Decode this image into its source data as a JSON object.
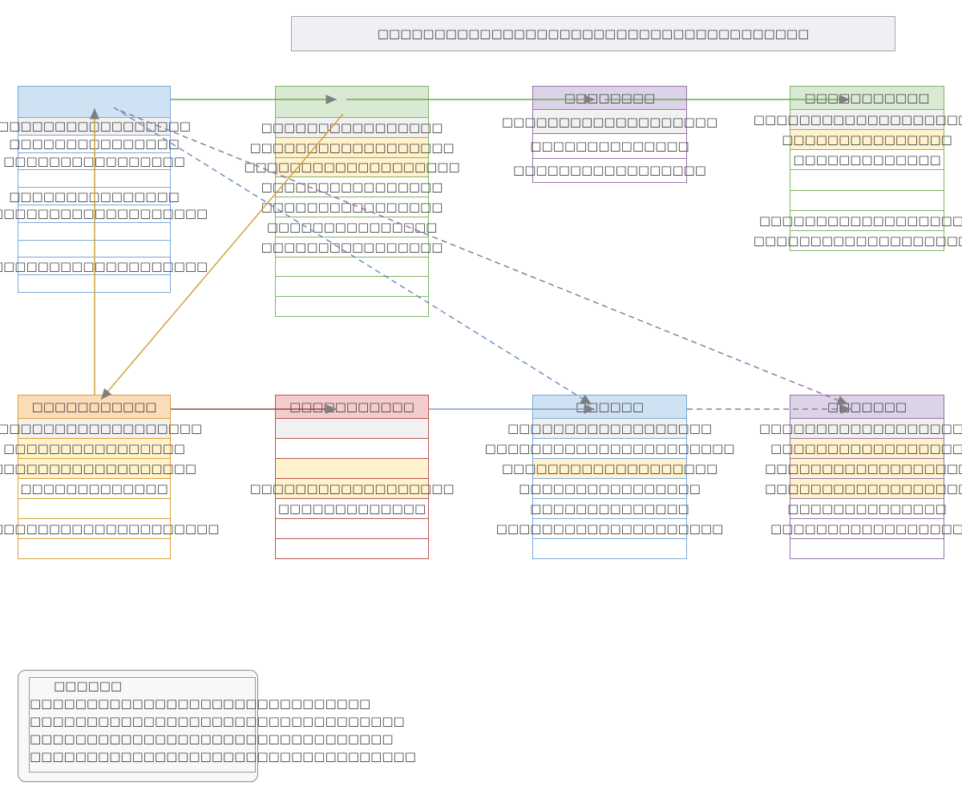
{
  "title": {
    "text": "□□□□□□□□□□□□□□□□□□□□□□□□□□□□□□□□□□□□□□"
  },
  "tables": [
    {
      "name": "entity-top-blue",
      "header": "",
      "rows": [
        "□□□□□□□□□□□□□□□□□",
        "□□□□□□□□□□□□□□□",
        "□□□□□□□□□□□□□□□□",
        "",
        "□□□□□□□□□□□□□□□",
        "□□□□□□□□□□□□□□□□□□□□",
        "",
        "",
        "□□□□□□□□□□□□□□□□□□□□",
        ""
      ]
    },
    {
      "name": "entity-top-green",
      "header": "",
      "rows": [
        "□□□□□□□□□□□□□□□□",
        "□□□□□□□□□□□□□□□□□□",
        "□□□□□□□□□□□□□□□□□□□",
        "□□□□□□□□□□□□□□□□",
        "□□□□□□□□□□□□□□□□",
        "□□□□□□□□□□□□□□□",
        "□□□□□□□□□□□□□□□□",
        "",
        "",
        ""
      ]
    },
    {
      "name": "entity-top-purple",
      "header": "□□□□□□□□",
      "rows": [
        "□□□□□□□□□□□□□□□□□□□",
        "□□□□□□□□□□□□□□",
        "□□□□□□□□□□□□□□□□□"
      ]
    },
    {
      "name": "entity-top-green-2",
      "header": "□□□□□□□□□□□",
      "rows": [
        "□□□□□□□□□□□□□□□□□□□□",
        "□□□□□□□□□□□□□□□",
        "□□□□□□□□□□□□□",
        "",
        "",
        "□□□□□□□□□□□□□□□□□□□",
        "□□□□□□□□□□□□□□□□□□□□"
      ]
    },
    {
      "name": "entity-bottom-orange",
      "header": "□□□□□□□□□□□",
      "rows": [
        "□□□□□□□□□□□□□□□□□□□",
        "□□□□□□□□□□□□□□□□",
        "□□□□□□□□□□□□□□□□□□",
        "□□□□□□□□□□□□□",
        "",
        "□□□□□□□□□□□□□□□□□□□□□□",
        ""
      ]
    },
    {
      "name": "entity-bottom-red",
      "header": "□□□□□□□□□□□",
      "rows": [
        "",
        "",
        "",
        "□□□□□□□□□□□□□□□□□□",
        "□□□□□□□□□□□□□",
        "",
        ""
      ]
    },
    {
      "name": "entity-bottom-blue",
      "header": "□□□□□□",
      "rows": [
        "□□□□□□□□□□□□□□□□□□",
        "□□□□□□□□□□□□□□□□□□□□□□",
        "□□□□□□□□□□□□□□□□□□□",
        "□□□□□□□□□□□□□□□□",
        "□□□□□□□□□□□□□□",
        "□□□□□□□□□□□□□□□□□□□□",
        ""
      ]
    },
    {
      "name": "entity-bottom-purple",
      "header": "□□□□□□□",
      "rows": [
        "□□□□□□□□□□□□□□□□□□□",
        "□□□□□□□□□□□□□□□□□",
        "□□□□□□□□□□□□□□□□□□",
        "□□□□□□□□□□□□□□□□□□",
        "□□□□□□□□□□□□□□",
        "□□□□□□□□□□□□□□□□□",
        ""
      ]
    }
  ],
  "legend": {
    "title": "□□□□□□",
    "lines": [
      "□□□□□□□□□□□□□□□□□□□□□□□□□□□□□□",
      "□□□□□□□□□□□□□□□□□□□□□□□□□□□□□□□□□",
      "□□□□□□□□□□□□□□□□□□□□□□□□□□□□□□□□",
      "□□□□□□□□□□□□□□□□□□□□□□□□□□□□□□□□□□"
    ]
  },
  "colors": {
    "blue_border": "#7ba7d7",
    "blue_header": "#cfe2f3",
    "green_border": "#82b366",
    "green_header": "#d9ead3",
    "purple_border": "#9673a6",
    "purple_header": "#ddd3e8",
    "orange_border": "#d8a13a",
    "orange_header": "#fcdcb8",
    "red_border": "#b85450",
    "red_header": "#f4cccc",
    "row_highlight_yellow": "#fff2cc",
    "row_highlight_gray": "#f1f1f2",
    "connector_green": "#6aa84f",
    "connector_gold": "#cfa23a",
    "connector_red": "#a0403d",
    "connector_blue": "#7b9cc4",
    "connector_purple": "#9673a6",
    "arrowhead": "#7f7f7f"
  }
}
